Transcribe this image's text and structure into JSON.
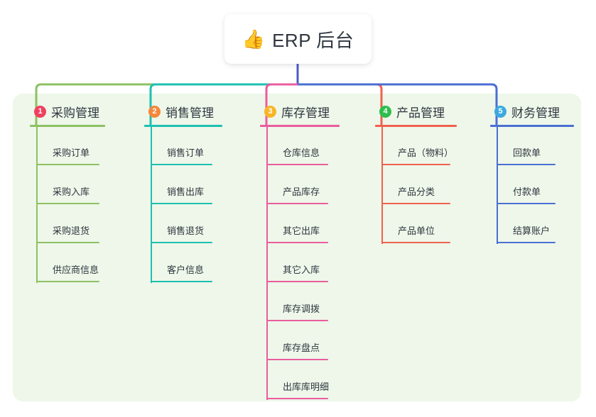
{
  "root": {
    "icon": "thumbs-up-emoji",
    "emoji": "👍",
    "title": "ERP 后台"
  },
  "colors": {
    "panel_bg": "#eef7e9",
    "page_bg": "#ffffff",
    "text": "#2f3640",
    "root_link": "#4a5bc4"
  },
  "branches": [
    {
      "number": "1",
      "title": "采购管理",
      "line_color": "#8dc163",
      "badge_color": "#ef4060",
      "items": [
        "采购订单",
        "采购入库",
        "采购退货",
        "供应商信息"
      ]
    },
    {
      "number": "2",
      "title": "销售管理",
      "line_color": "#1ec0b0",
      "badge_color": "#f5873a",
      "items": [
        "销售订单",
        "销售出库",
        "销售退货",
        "客户信息"
      ]
    },
    {
      "number": "3",
      "title": "库存管理",
      "line_color": "#ea5c9e",
      "badge_color": "#f7b527",
      "items": [
        "仓库信息",
        "产品库存",
        "其它出库",
        "其它入库",
        "库存调拨",
        "库存盘点",
        "出库库明细"
      ]
    },
    {
      "number": "4",
      "title": "产品管理",
      "line_color": "#f0614f",
      "badge_color": "#2ebd4e",
      "items": [
        "产品（物料）",
        "产品分类",
        "产品单位"
      ]
    },
    {
      "number": "5",
      "title": "财务管理",
      "line_color": "#4a6fd4",
      "badge_color": "#3ca9e0",
      "items": [
        "回款单",
        "付款单",
        "结算账户"
      ]
    }
  ]
}
